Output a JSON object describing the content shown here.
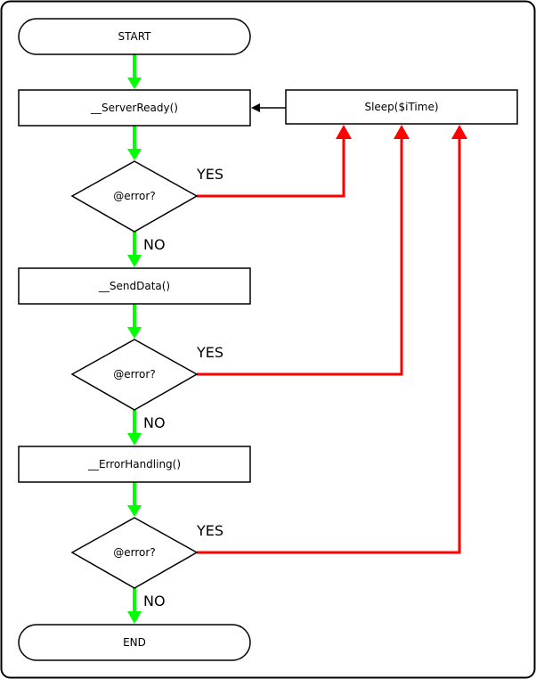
{
  "colors": {
    "flow_yes": "#ff0000",
    "flow_no": "#00ff00",
    "outline": "#000000",
    "background": "#ffffff"
  },
  "nodes": {
    "start": "START",
    "server_ready": "__ServerReady()",
    "sleep": "Sleep($iTime)",
    "error_check_1": "@error?",
    "send_data": "__SendData()",
    "error_check_2": "@error?",
    "error_handling": "__ErrorHandling()",
    "error_check_3": "@error?",
    "end": "END"
  },
  "labels": {
    "yes_1": "YES",
    "no_1": "NO",
    "yes_2": "YES",
    "no_2": "NO",
    "yes_3": "YES",
    "no_3": "NO"
  }
}
